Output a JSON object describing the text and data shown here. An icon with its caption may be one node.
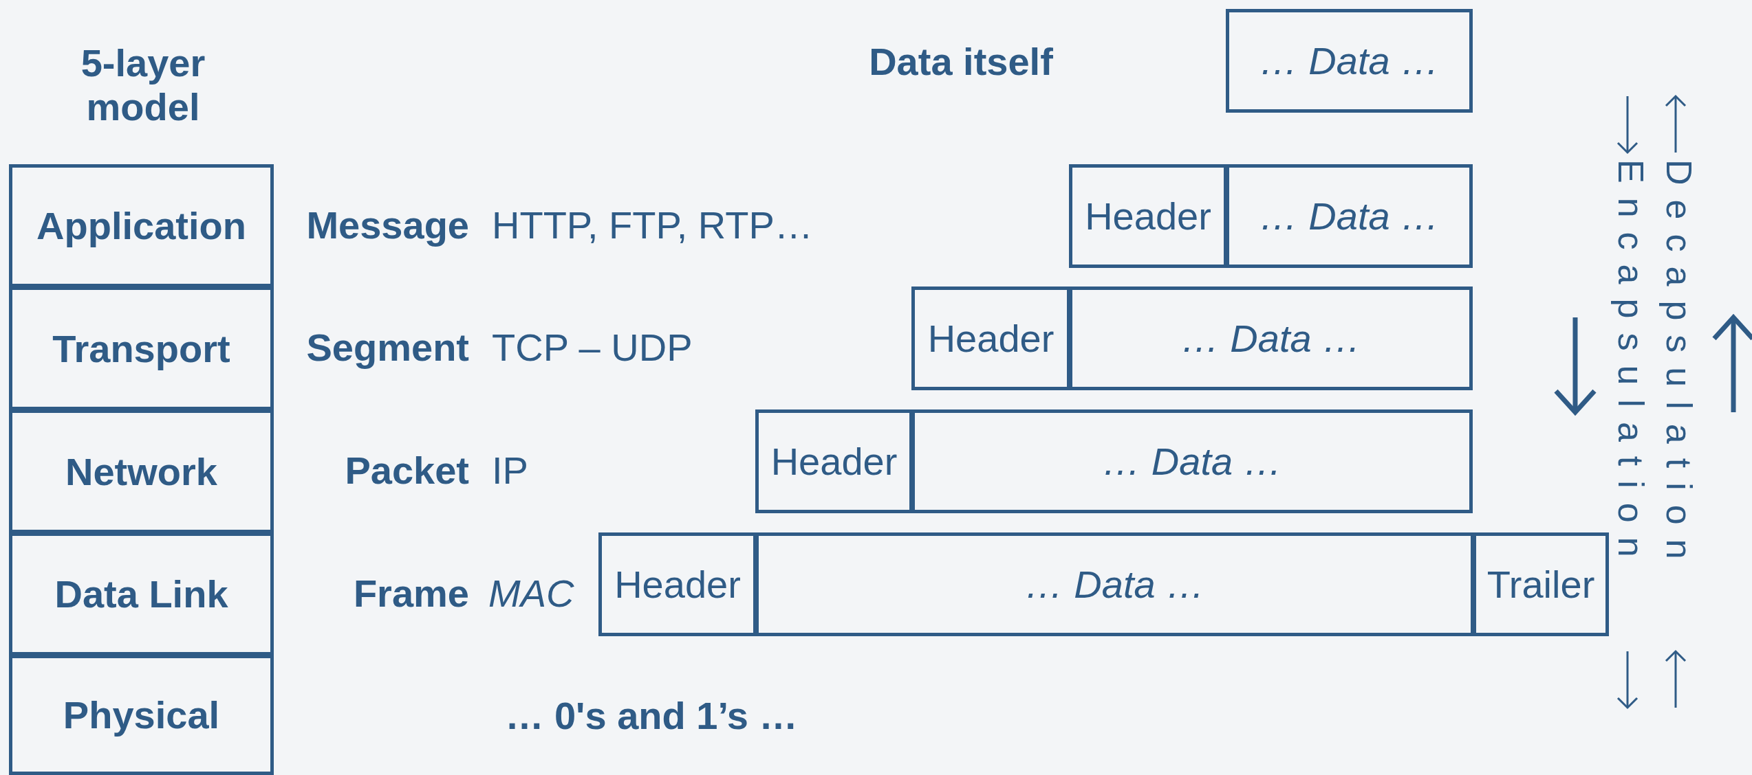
{
  "diagram": {
    "nodes": [
      {
        "text": [
          "Application"
        ]
      },
      {
        "text": [
          "Transport"
        ]
      },
      {
        "text": [
          "Network"
        ]
      },
      {
        "text": [
          "Data Link"
        ]
      },
      {
        "text": [
          "Physical"
        ]
      },
      {
        "text": [
          "… Data …"
        ]
      },
      {
        "text": [
          "Header"
        ]
      },
      {
        "text": [
          "… Data …"
        ]
      },
      {
        "text": [
          "Header"
        ]
      },
      {
        "text": [
          "… Data …"
        ]
      },
      {
        "text": [
          "Header"
        ]
      },
      {
        "text": [
          "… Data …"
        ]
      },
      {
        "text": [
          "Header"
        ]
      },
      {
        "text": [
          "… Data …"
        ]
      },
      {
        "text": [
          "Trailer"
        ]
      }
    ],
    "labels": [
      "5-layer model",
      "Data itself",
      "Message",
      "HTTP, FTP, RTP…",
      "Segment",
      "TCP – UDP",
      "Packet",
      "IP",
      "Frame",
      "MAC",
      "… 0's and 1’s …",
      "Encapsulation",
      "Decapsulation"
    ]
  }
}
